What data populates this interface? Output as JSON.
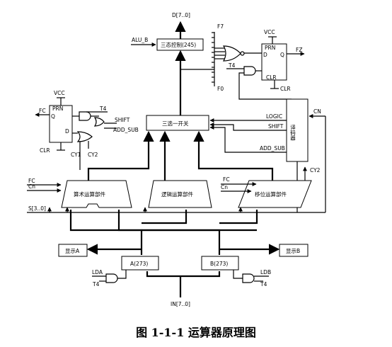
{
  "labels": {
    "d_bus": "D[7..0]",
    "alu_b": "ALU_B",
    "tristate": "三态控制(245)",
    "f7": "F7",
    "f0": "F0",
    "vcc_top": "VCC",
    "prn_top": "PRN",
    "d_top": "D",
    "q_top": "Q",
    "fz": "FZ",
    "clr_top": "CLR",
    "clr_top2": "CLR",
    "t4_top": "T4",
    "vcc_left": "VCC",
    "prn_left": "PRN",
    "fc_left": "FC",
    "q_left": "Q",
    "d_left": "D",
    "clr_left": "CLR",
    "t4_left": "T4",
    "shift_left": "SHIFT",
    "add_sub_left": "ADD_SUB",
    "cy1": "CY1",
    "cy2": "CY2",
    "mux": "三选一开关",
    "logic": "LOGIC",
    "shift_right": "SHIFT",
    "add_sub_right": "ADD_SUB",
    "cn_right": "CN",
    "decoder": "译码器",
    "cy2_right": "CY2",
    "fc_in": "FC",
    "cn_in": "Cn",
    "fc_mid": "FC",
    "cn_mid": "Cn",
    "arith": "算术运算部件",
    "logic_unit": "逻辑运算部件",
    "shift_unit": "移位运算部件",
    "s_bus": "S[3..0]",
    "show_a": "显示A",
    "show_b": "显示B",
    "reg_a": "A(273)",
    "reg_b": "B(273)",
    "lda": "LDA",
    "t4_a": "T4",
    "ldb": "LDB",
    "t4_b": "T4",
    "in_bus": "IN[7..0]"
  },
  "caption": "图 1-1-1   运算器原理图"
}
